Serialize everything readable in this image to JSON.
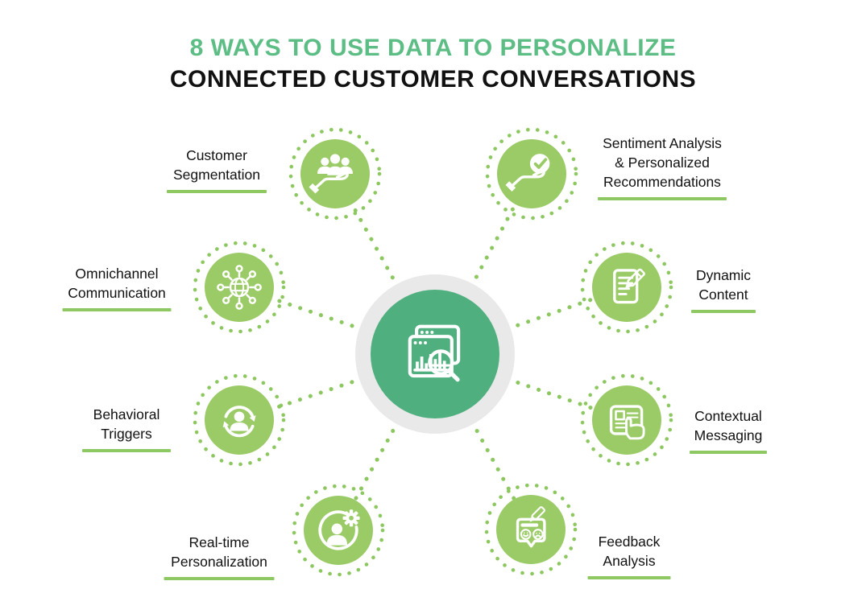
{
  "title": {
    "line1": "8 WAYS TO USE DATA TO PERSONALIZE",
    "line2": "CONNECTED CUSTOMER CONVERSATIONS"
  },
  "colors": {
    "title_green": "#5CBD85",
    "ink": "#111111",
    "node_green": "#9ACB66",
    "dot_green": "#8CC75F",
    "hub_green": "#4FAF7E",
    "hub_ring": "#E9E9E9",
    "underline_green": "#8DC863"
  },
  "center": {
    "icon": "data-analytics-magnifier-icon"
  },
  "items": [
    {
      "label": "Customer\nSegmentation",
      "icon": "customer-segmentation-icon"
    },
    {
      "label": "Sentiment Analysis\n& Personalized\nRecommendations",
      "icon": "sentiment-analysis-icon"
    },
    {
      "label": "Omnichannel\nCommunication",
      "icon": "omnichannel-communication-icon"
    },
    {
      "label": "Dynamic\nContent",
      "icon": "dynamic-content-icon"
    },
    {
      "label": "Behavioral\nTriggers",
      "icon": "behavioral-triggers-icon"
    },
    {
      "label": "Contextual\nMessaging",
      "icon": "contextual-messaging-icon"
    },
    {
      "label": "Real-time\nPersonalization",
      "icon": "real-time-personalization-icon"
    },
    {
      "label": "Feedback\nAnalysis",
      "icon": "feedback-analysis-icon"
    }
  ]
}
